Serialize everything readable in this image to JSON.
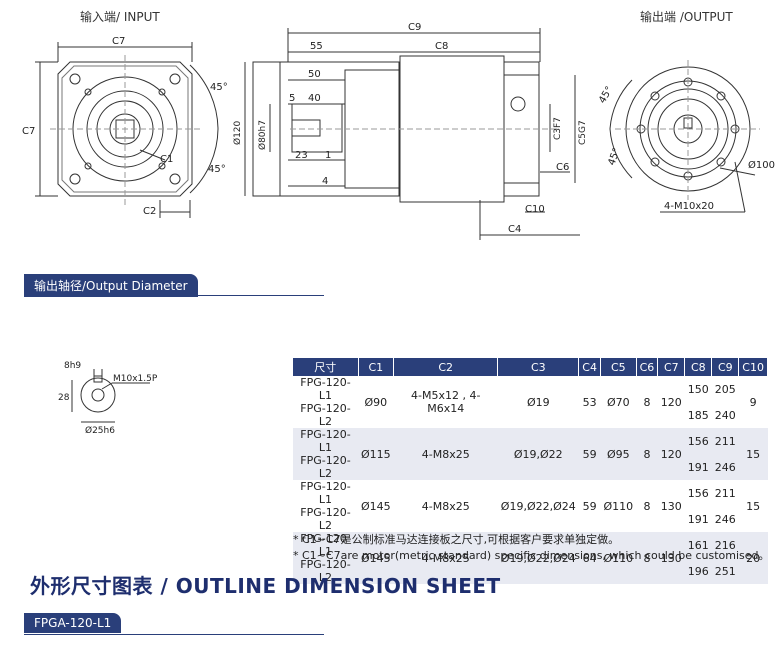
{
  "input_label": "输入端/ INPUT",
  "output_label": "输出端 /OUTPUT",
  "output_diameter_tag": "输出轴径/Output Diameter",
  "input_view": {
    "c7_top": "C7",
    "c7_left": "C7",
    "c1": "C1",
    "c2": "C2",
    "angle1": "45°",
    "angle2": "45°"
  },
  "side_view": {
    "c9": "C9",
    "c8": "C8",
    "d55": "55",
    "d50": "50",
    "d5": "5",
    "d40": "40",
    "d120": "Ø120",
    "d80": "Ø80h7",
    "d23": "23",
    "d1": "1",
    "d4": "4",
    "c3": "C3F7",
    "c5": "C5G7",
    "c6": "C6",
    "c10": "C10",
    "c4": "C4"
  },
  "output_view": {
    "angle1": "45°",
    "angle2": "45°",
    "d100": "Ø100",
    "bolts": "4-M10x20"
  },
  "shaft": {
    "d8": "8h9",
    "thread": "M10x1.5P",
    "d28": "28",
    "d25": "Ø25h6"
  },
  "table": {
    "headers": [
      "尺寸",
      "C1",
      "C2",
      "C3",
      "C4",
      "C5",
      "C6",
      "C7",
      "C8",
      "C9",
      "C10"
    ],
    "groups": [
      {
        "models": [
          "FPG-120-L1",
          "FPG-120-L2"
        ],
        "c1": "Ø90",
        "c2": "4-M5x12 , 4-M6x14",
        "c3": "Ø19",
        "c4": "53",
        "c5": "Ø70",
        "c6": "8",
        "c7": "120",
        "c8": [
          "150",
          "185"
        ],
        "c9": [
          "205",
          "240"
        ],
        "c10": "9"
      },
      {
        "models": [
          "FPG-120-L1",
          "FPG-120-L2"
        ],
        "c1": "Ø115",
        "c2": "4-M8x25",
        "c3": "Ø19,Ø22",
        "c4": "59",
        "c5": "Ø95",
        "c6": "8",
        "c7": "120",
        "c8": [
          "156",
          "191"
        ],
        "c9": [
          "211",
          "246"
        ],
        "c10": "15"
      },
      {
        "models": [
          "FPG-120-L1",
          "FPG-120-L2"
        ],
        "c1": "Ø145",
        "c2": "4-M8x25",
        "c3": "Ø19,Ø22,Ø24",
        "c4": "59",
        "c5": "Ø110",
        "c6": "8",
        "c7": "130",
        "c8": [
          "156",
          "191"
        ],
        "c9": [
          "211",
          "246"
        ],
        "c10": "15"
      },
      {
        "models": [
          "FPG-120-L1",
          "FPG-120-L2"
        ],
        "c1": "Ø145",
        "c2": "4-M8x25",
        "c3": "Ø19,Ø22,Ø24",
        "c4": "64",
        "c5": "Ø110",
        "c6": "8",
        "c7": "130",
        "c8": [
          "161",
          "196"
        ],
        "c9": [
          "216",
          "251"
        ],
        "c10": "20"
      }
    ]
  },
  "notes": [
    "* C1~C7是公制标准马达连接板之尺寸,可根据客户要求单独定做。",
    "* C1~C7are motor(metric standard)  specific dimensions, which could be customised。"
  ],
  "sheet_title": "外形尺寸图表 / OUTLINE DIMENSION SHEET",
  "model_tag": "FPGA-120-L1",
  "colors": {
    "accent": "#2a3f7a",
    "row_shade": "#e8eaf2"
  }
}
